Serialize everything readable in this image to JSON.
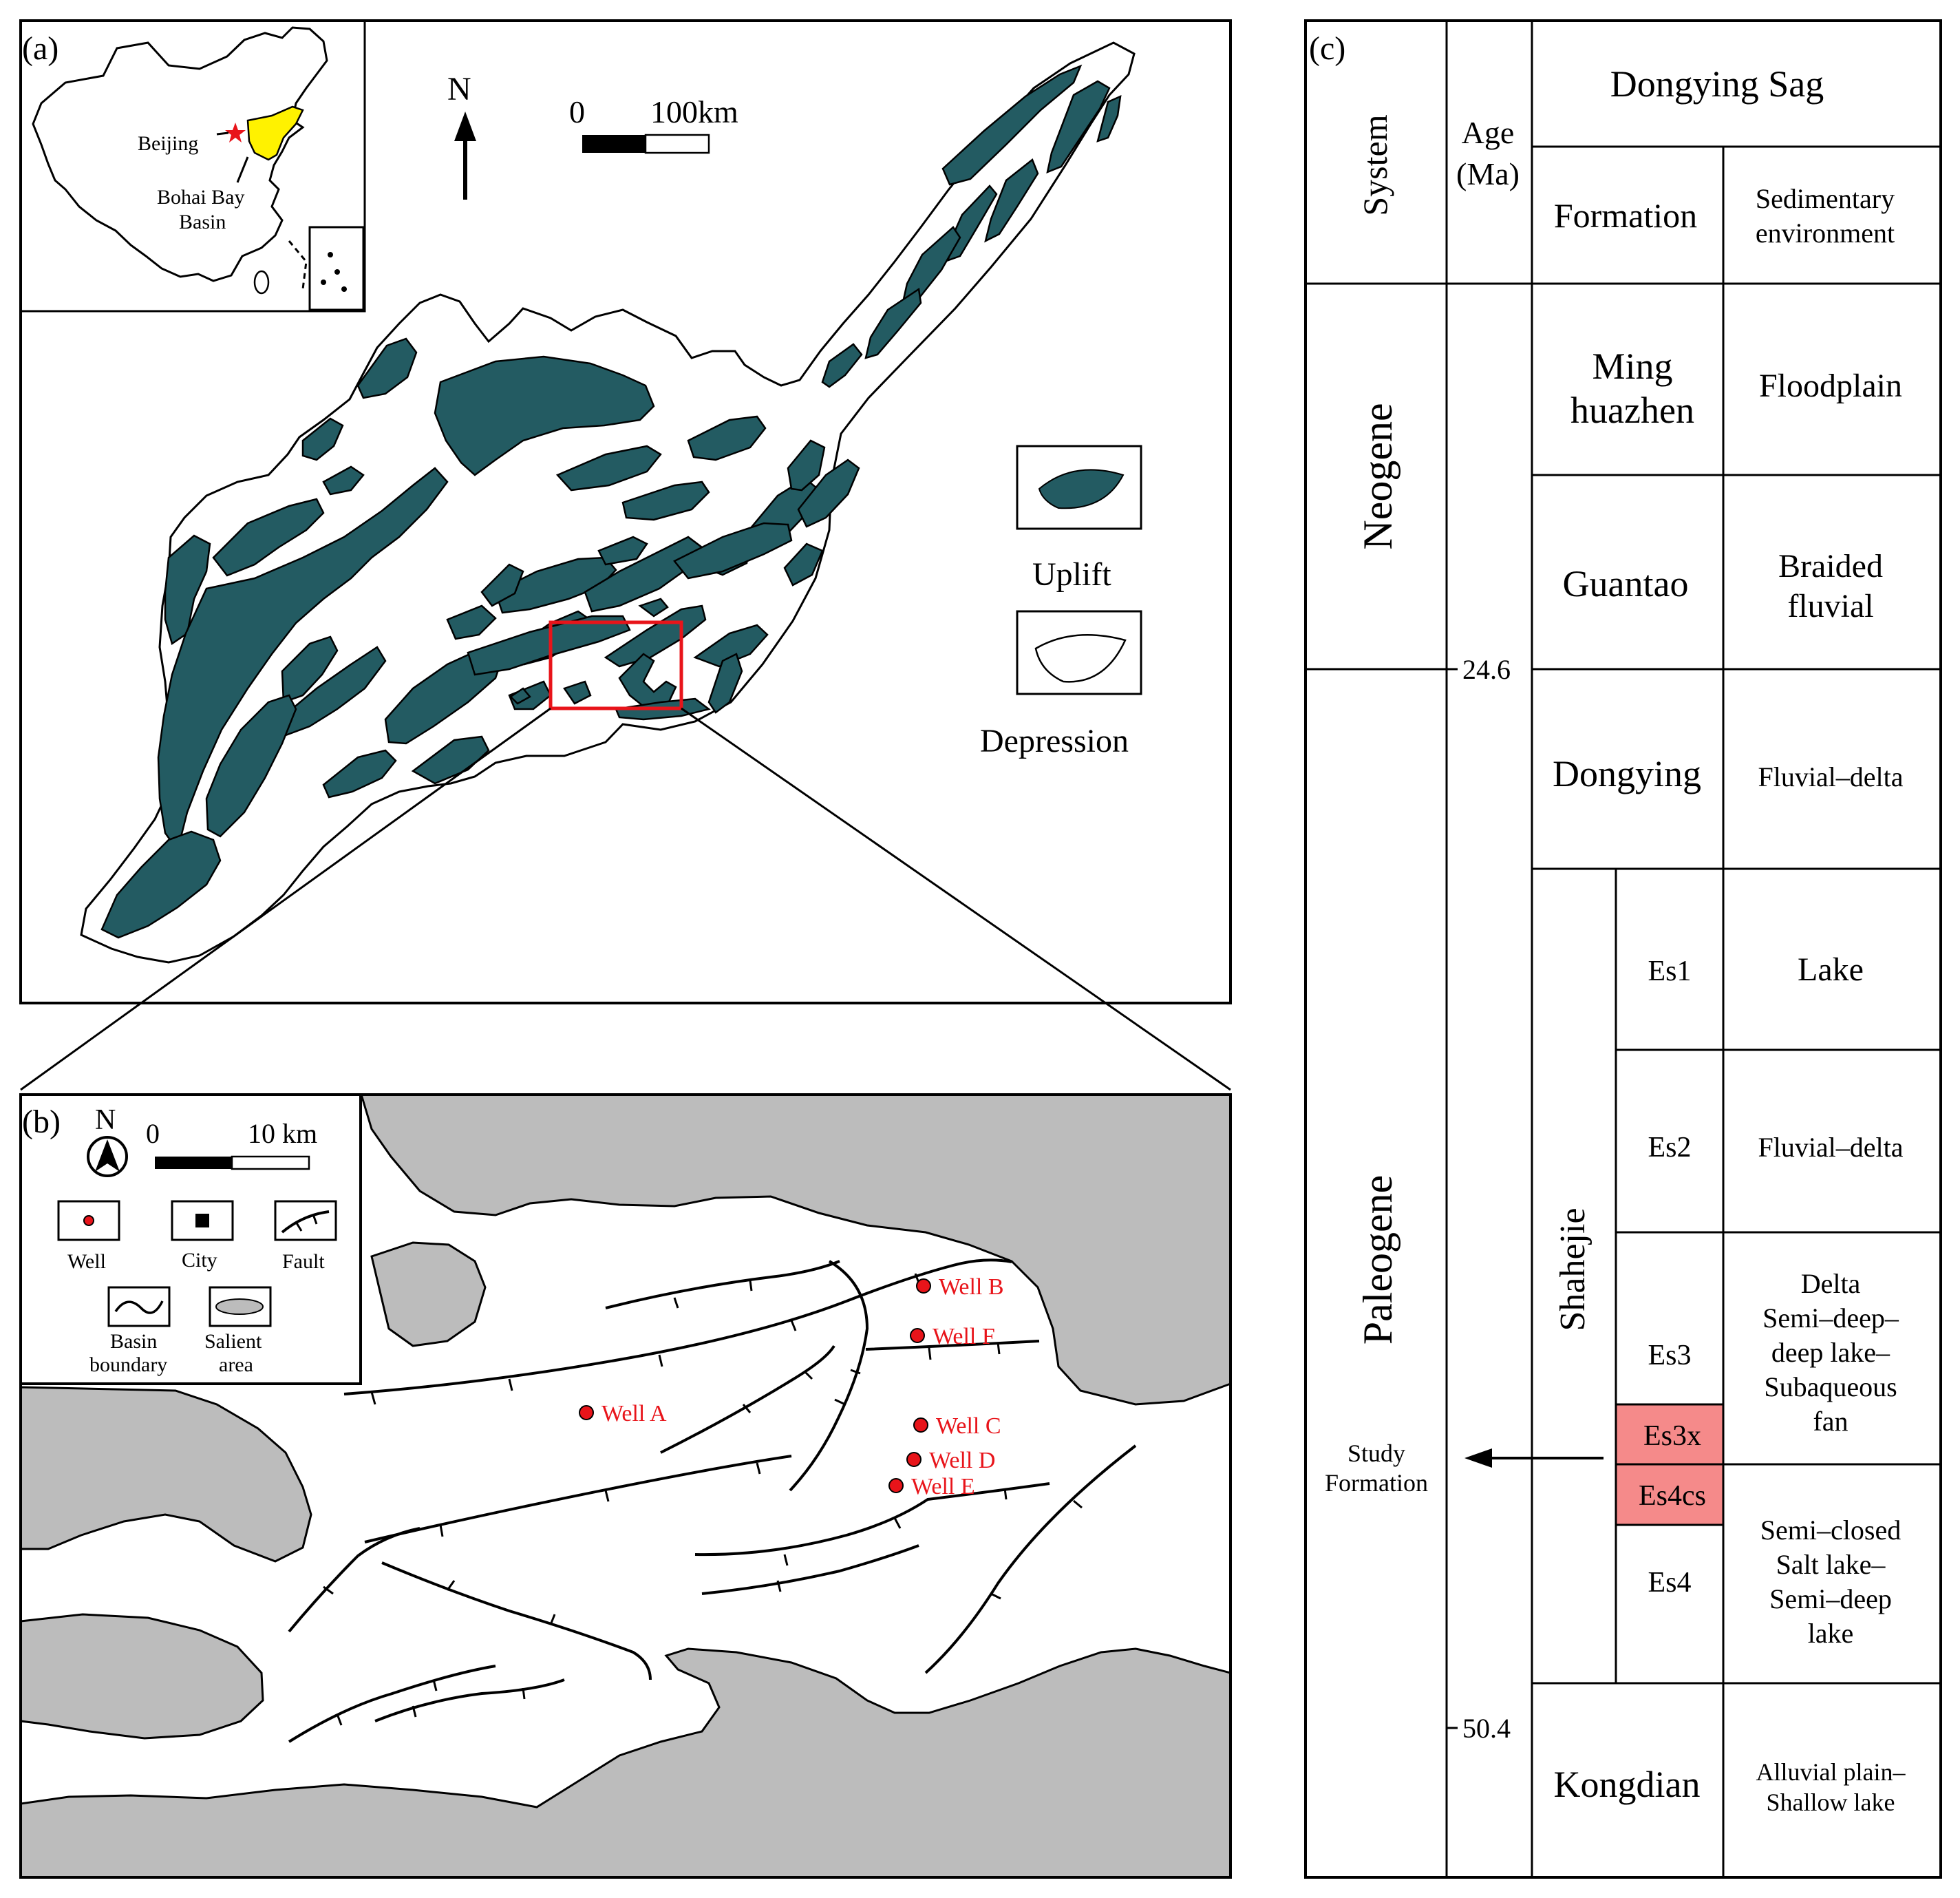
{
  "panel_a": {
    "label": "(a)",
    "inset": {
      "beijing": "Beijing",
      "basin_line1": "Bohai Bay",
      "basin_line2": "Basin"
    },
    "north": "N",
    "scale": {
      "zero": "0",
      "end": "100km"
    },
    "legend": {
      "uplift": "Uplift",
      "depression": "Depression"
    },
    "colors": {
      "uplift": "#235b62",
      "highlight_box": "#e8141a",
      "inset_basin": "#fff200"
    }
  },
  "panel_b": {
    "label": "(b)",
    "north": "N",
    "scale": {
      "zero": "0",
      "end": "10 km"
    },
    "legend": {
      "well": "Well",
      "city": "City",
      "fault": "Fault",
      "basin_line1": "Basin",
      "basin_line2": "boundary",
      "salient_line1": "Salient",
      "salient_line2": "area"
    },
    "wells": [
      "Well A",
      "Well B",
      "Well C",
      "Well D",
      "Well E",
      "Well F"
    ],
    "colors": {
      "well": "#e8141a",
      "salient": "#bcbcbc"
    }
  },
  "panel_c": {
    "label": "(c)",
    "header": {
      "system": "System",
      "age_line1": "Age",
      "age_line2": "(Ma)",
      "sag": "Dongying Sag",
      "formation": "Formation",
      "env_line1": "Sedimentary",
      "env_line2": "environment"
    },
    "systems": {
      "neogene": "Neogene",
      "paleogene": "Paleogene"
    },
    "ages": [
      "24.6",
      "50.4"
    ],
    "study_line1": "Study",
    "study_line2": "Formation",
    "formations": {
      "minghuazhen_line1": "Ming",
      "minghuazhen_line2": "huazhen",
      "guantao": "Guantao",
      "dongying": "Dongying",
      "shahejie": "Shahejie",
      "kongdian": "Kongdian"
    },
    "members": [
      "Es1",
      "Es2",
      "Es3",
      "Es3x",
      "Es4cs",
      "Es4"
    ],
    "environments": {
      "minghuazhen": "Floodplain",
      "guantao_line1": "Braided",
      "guantao_line2": "fluvial",
      "dongying": "Fluvial–delta",
      "es1": "Lake",
      "es2": "Fluvial–delta",
      "es3_lines": [
        "Delta",
        "Semi–deep–",
        "deep lake–",
        "Subaqueous",
        "fan"
      ],
      "es4_lines": [
        "Semi–closed",
        "Salt lake–",
        "Semi–deep",
        "lake"
      ],
      "kongdian_line1": "Alluvial plain–",
      "kongdian_line2": "Shallow lake"
    },
    "colors": {
      "study_highlight": "#f58a8a"
    }
  }
}
